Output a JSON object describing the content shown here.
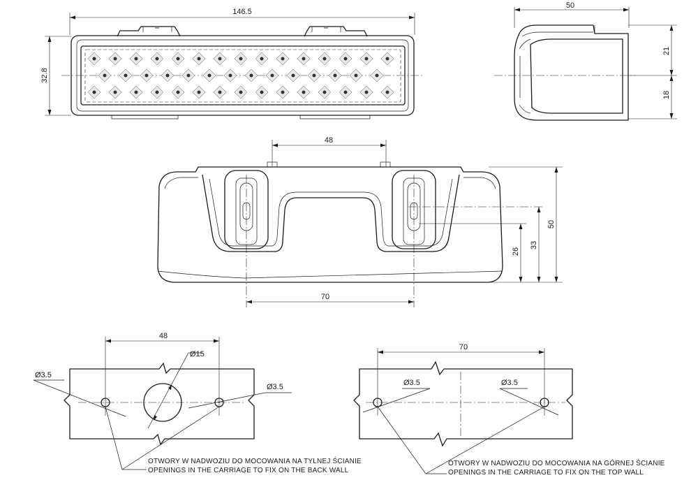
{
  "front_view": {
    "width_label": "146.5",
    "height_label": "32.8"
  },
  "side_view": {
    "width_label": "50",
    "upper_label": "21",
    "lower_label": "18"
  },
  "rear_view": {
    "top_spacing_label": "48",
    "bottom_spacing_label": "70",
    "depth_label": "50",
    "hole_height_label": "33",
    "slot_height_label": "26"
  },
  "back_wall_pattern": {
    "spacing_label": "48",
    "big_hole_label": "Ø15",
    "left_hole_label": "Ø3.5",
    "right_hole_label": "Ø3.5",
    "note_pl": "OTWORY W NADWOZIU DO MOCOWANIA NA TYLNEJ ŚCIANIE",
    "note_en": "OPENINGS IN THE CARRIAGE TO FIX ON THE BACK WALL"
  },
  "top_wall_pattern": {
    "spacing_label": "70",
    "left_hole_label": "Ø3.5",
    "right_hole_label": "Ø3.5",
    "note_pl": "OTWORY W NADWOZIU DO MOCOWANIA NA GÓRNEJ ŚCIANIE",
    "note_en": "OPENINGS IN THE CARRIAGE TO FIX ON THE TOP WALL"
  }
}
